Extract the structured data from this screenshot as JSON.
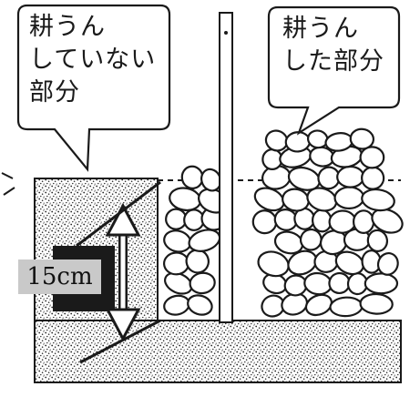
{
  "callouts": {
    "untilled": {
      "lines": [
        "耕うん",
        "していない",
        "部分"
      ]
    },
    "tilled": {
      "lines": [
        "耕うん",
        "した部分"
      ]
    }
  },
  "measurement": {
    "label": "15cm"
  },
  "colors": {
    "ink": "#1a1a1a",
    "soil_fill": "#bdbdbd",
    "label_background": "#c9c9c9"
  }
}
